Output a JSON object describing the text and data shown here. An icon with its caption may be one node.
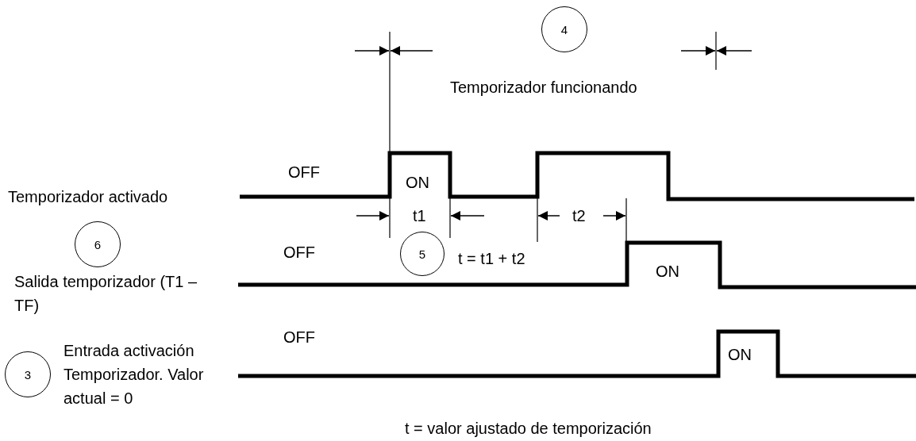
{
  "diagram": {
    "nodes": [
      {
        "text": [
          "4"
        ]
      },
      {
        "text": [
          "6"
        ]
      },
      {
        "text": [
          "5"
        ]
      },
      {
        "text": [
          "3"
        ]
      }
    ],
    "labels": [
      "Temporizador funcionando",
      "OFF",
      "ON",
      "Temporizador activado",
      "t1",
      "t2",
      "OFF",
      "t = t1 + t2",
      "Salida temporizador (T1 –TF)",
      "ON",
      "OFF",
      "Entrada activación Temporizador. Valor actual = 0",
      "ON",
      "t = valor ajustado de temporización"
    ]
  }
}
